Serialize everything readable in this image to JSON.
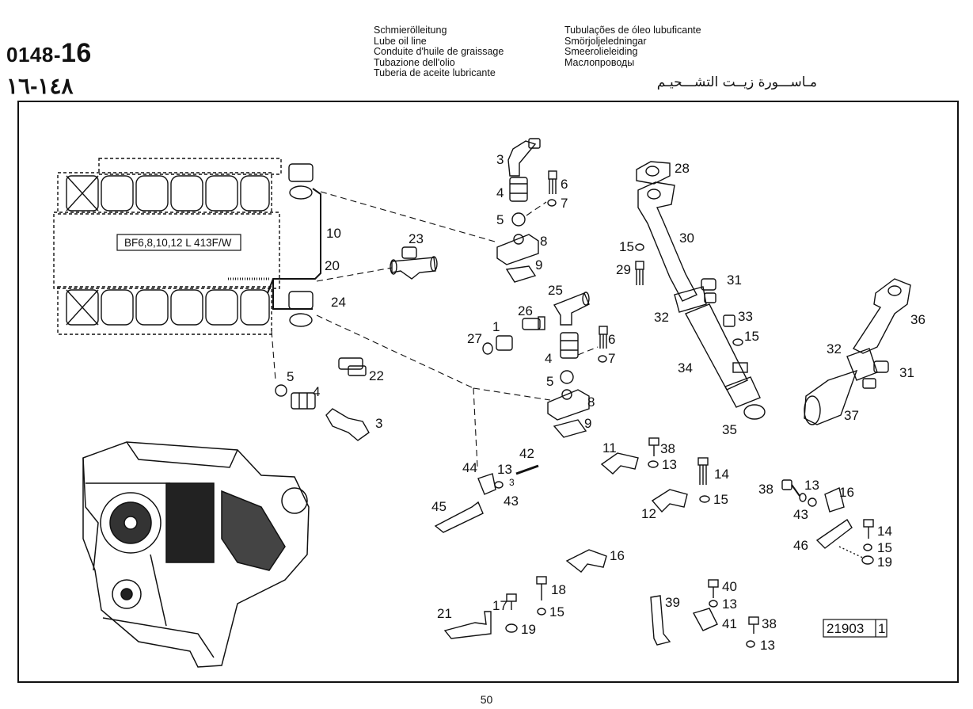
{
  "header": {
    "code_prefix": "0148-",
    "code_suffix": "16",
    "code_arabic": "١٤٨-١٦",
    "titles_left": [
      "Schmierölleitung",
      "Lube oil line",
      "Conduite d'huile de graissage",
      "Tubazione dell'olio",
      "Tuberia de aceite lubricante"
    ],
    "titles_right": [
      "Tubulações de óleo lubuficante",
      "Smörjoljeledningar",
      "Smeerolieleiding",
      "Маслопроводы"
    ],
    "title_arabic": "مـاســـورة زيــت التشـــحيـم"
  },
  "diagram": {
    "model_label": "BF6,8,10,12 L 413F/W",
    "reference_number": "21903",
    "reference_suffix": "1",
    "callouts": {
      "c1": "1",
      "c3a": "3",
      "c3b": "3",
      "c4a": "4",
      "c4b": "4",
      "c4c": "4",
      "c5a": "5",
      "c5b": "5",
      "c5c": "5",
      "c6a": "6",
      "c6b": "6",
      "c7a": "7",
      "c7b": "7",
      "c8a": "8",
      "c8b": "8",
      "c9a": "9",
      "c9b": "9",
      "c10": "10",
      "c11": "11",
      "c12": "12",
      "c13a": "13",
      "c13b": "13",
      "c13c": "13",
      "c13d": "13",
      "c13e": "13",
      "c14a": "14",
      "c14b": "14",
      "c15a": "15",
      "c15b": "15",
      "c15c": "15",
      "c15d": "15",
      "c15e": "15",
      "c16a": "16",
      "c16b": "16",
      "c17": "17",
      "c18": "18",
      "c19a": "19",
      "c19b": "19",
      "c20": "20",
      "c21": "21",
      "c22": "22",
      "c23": "23",
      "c24": "24",
      "c25": "25",
      "c26": "26",
      "c27": "27",
      "c28": "28",
      "c29": "29",
      "c30": "30",
      "c31a": "31",
      "c31b": "31",
      "c32a": "32",
      "c32b": "32",
      "c33": "33",
      "c34": "34",
      "c35": "35",
      "c36": "36",
      "c37": "37",
      "c38a": "38",
      "c38b": "38",
      "c38c": "38",
      "c39": "39",
      "c40": "40",
      "c41": "41",
      "c42": "42",
      "c43a": "43",
      "c43b": "43",
      "c44": "44",
      "c45": "45",
      "c46": "46",
      "c3small": "3"
    }
  },
  "footer": {
    "page_number": "50"
  }
}
